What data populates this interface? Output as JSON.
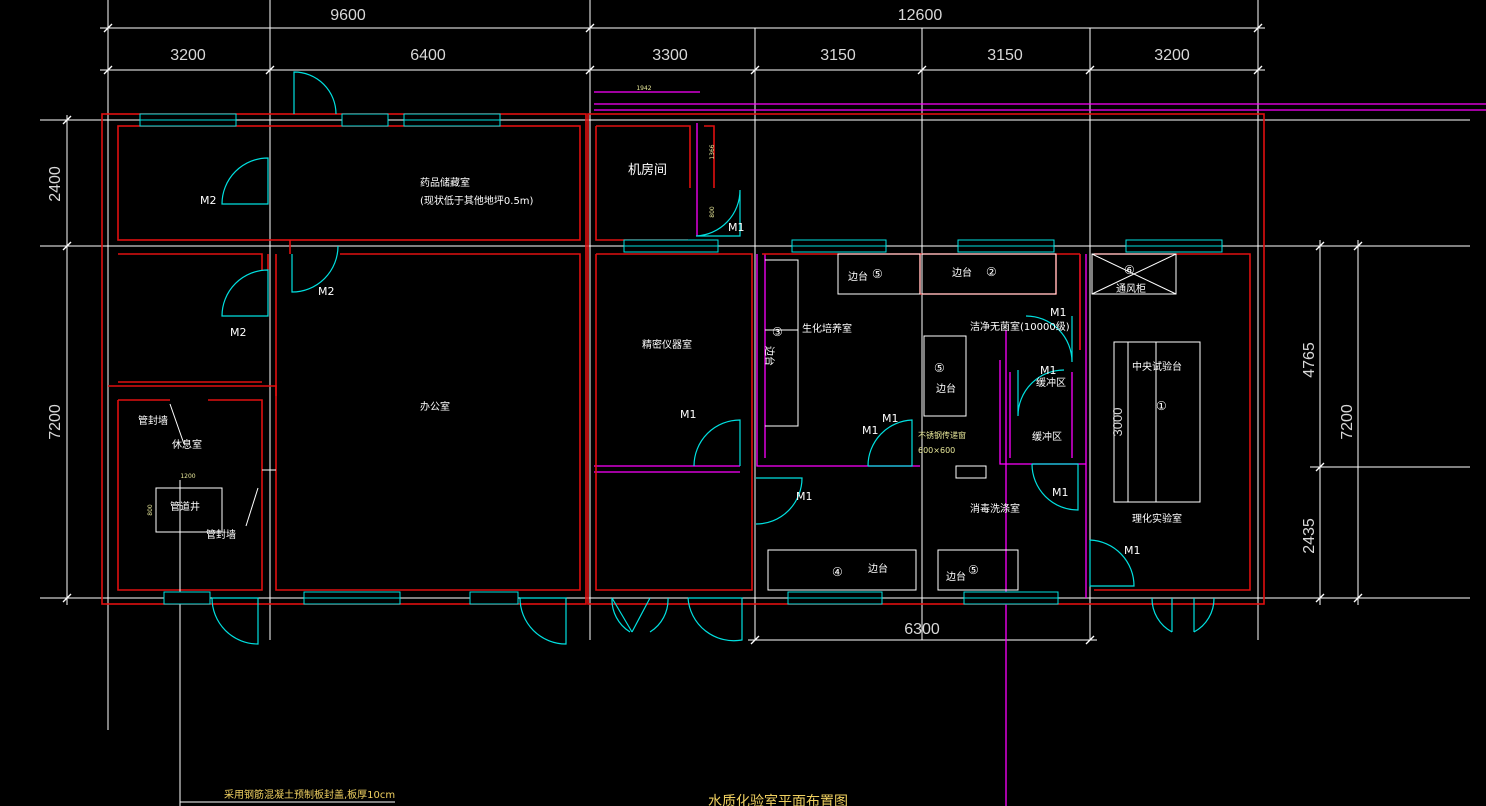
{
  "drawing": {
    "title": "水质化验室平面布置图",
    "top_dims": {
      "total_left": "9600",
      "total_right": "12600"
    },
    "sub_dims": [
      "3200",
      "6400",
      "3300",
      "3150",
      "3150",
      "3200"
    ],
    "left_dims": [
      "2400",
      "7200"
    ],
    "right_dims": [
      "4765",
      "2435",
      "7200"
    ],
    "bottom_dim": "6300",
    "small_dims": {
      "top_room": "1942",
      "door_v1": "1366",
      "door_v2": "800",
      "shaft_w": "1200",
      "shaft_h": "800"
    },
    "inner_dim": "3000"
  },
  "rooms": {
    "storage": "药品储藏室",
    "storage_note": "(现状低于其他地坪0.5m)",
    "machine": "机房间",
    "office": "办公室",
    "lounge": "休息室",
    "shaft": "管道井",
    "seal1": "管封墙",
    "seal2": "管封墙",
    "precision": "精密仪器室",
    "culture": "生化培养室",
    "clean": "洁净无菌室(10000级)",
    "buffer1": "缓冲区",
    "buffer2": "缓冲区",
    "wash": "消毒洗涤室",
    "physchem": "理化实验室",
    "central": "中央试验台",
    "exhaust": "通风柜",
    "window_pass": "不锈钢传递窗",
    "window_size": "600×600"
  },
  "benches": {
    "b1_no": "①",
    "b2_no": "②",
    "b3_no": "③",
    "b4_no": "④",
    "b5a_no": "⑤",
    "b5b_no": "⑤",
    "b5c_no": "⑤",
    "b6_no": "⑥",
    "b2": "边台",
    "b3": "边台",
    "b4": "边台",
    "b5a": "边台",
    "b5b": "边台",
    "b5c": "边台"
  },
  "doors": {
    "m2_a": "M2",
    "m2_b": "M2",
    "m2_c": "M2",
    "m1_a": "M1",
    "m1_b": "M1",
    "m1_c": "M1",
    "m1_d": "M1",
    "m1_e": "M1",
    "m1_f": "M1",
    "m1_g": "M1",
    "m1_h": "M1",
    "m1_i": "M1"
  },
  "notes": {
    "floor": "采用钢筋混凝土预制板封盖,板厚10cm"
  }
}
